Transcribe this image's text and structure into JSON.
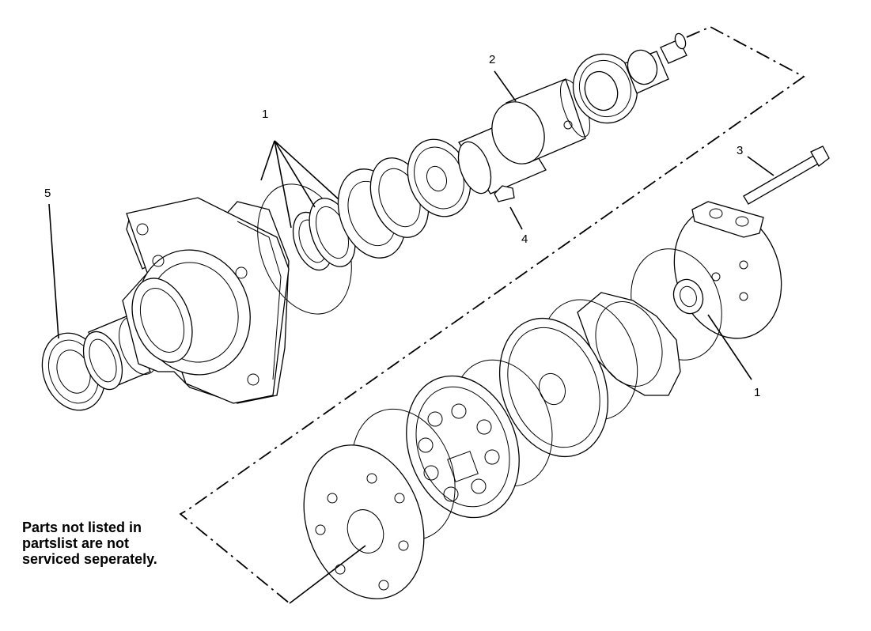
{
  "diagram": {
    "callouts": {
      "c1_upper": "1",
      "c2": "2",
      "c3": "3",
      "c4": "4",
      "c5": "5",
      "c1_lower": "1"
    },
    "note_lines": [
      "Parts not listed in",
      "partslist are not",
      "serviced seperately."
    ]
  }
}
